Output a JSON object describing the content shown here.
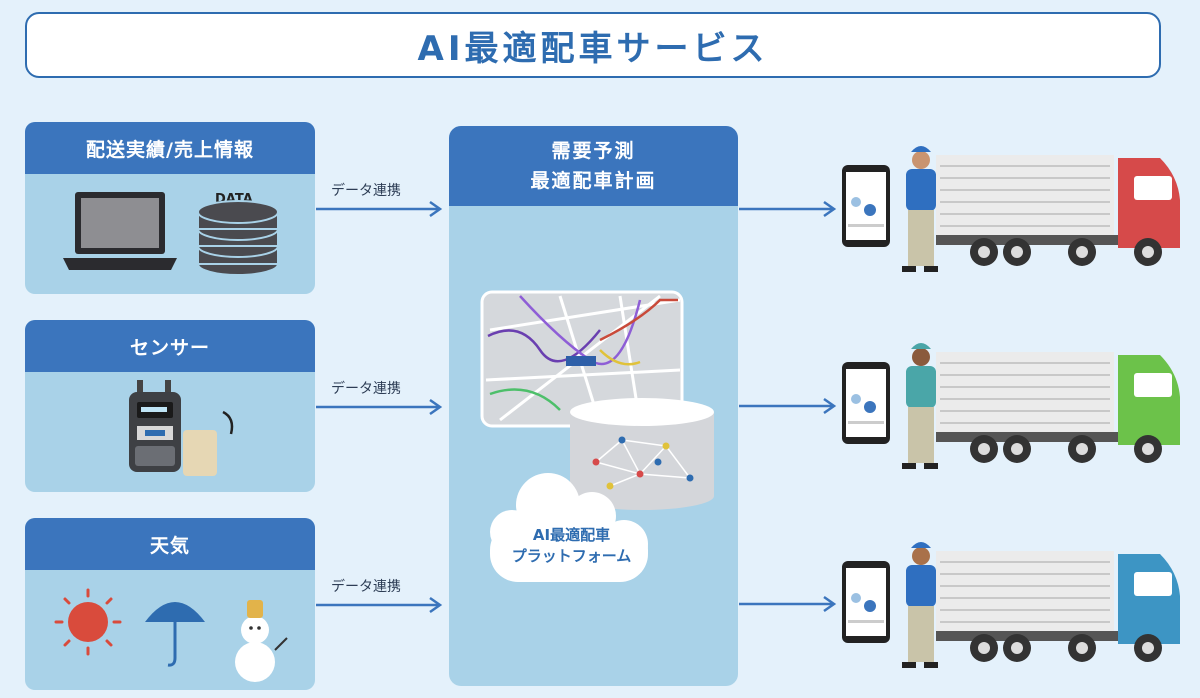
{
  "title": "AI最適配車サービス",
  "sources": [
    {
      "heading": "配送実績/売上情報",
      "data_label": "DATA"
    },
    {
      "heading": "センサー"
    },
    {
      "heading": "天気"
    }
  ],
  "connector_label": "データ連携",
  "center": {
    "line1": "需要予測",
    "line2": "最適配車計画",
    "platform_line1": "AI最適配車",
    "platform_line2": "プラットフォーム"
  },
  "trucks": [
    {
      "cab_color": "#d64a4a",
      "shirt_color": "#2f6fc0"
    },
    {
      "cab_color": "#6cc24a",
      "shirt_color": "#4aa6a8"
    },
    {
      "cab_color": "#3d95c4",
      "shirt_color": "#2f6fc0"
    }
  ],
  "colors": {
    "primary": "#3b75bd",
    "panel": "#a9d2e8",
    "background": "#e4f1fb"
  }
}
